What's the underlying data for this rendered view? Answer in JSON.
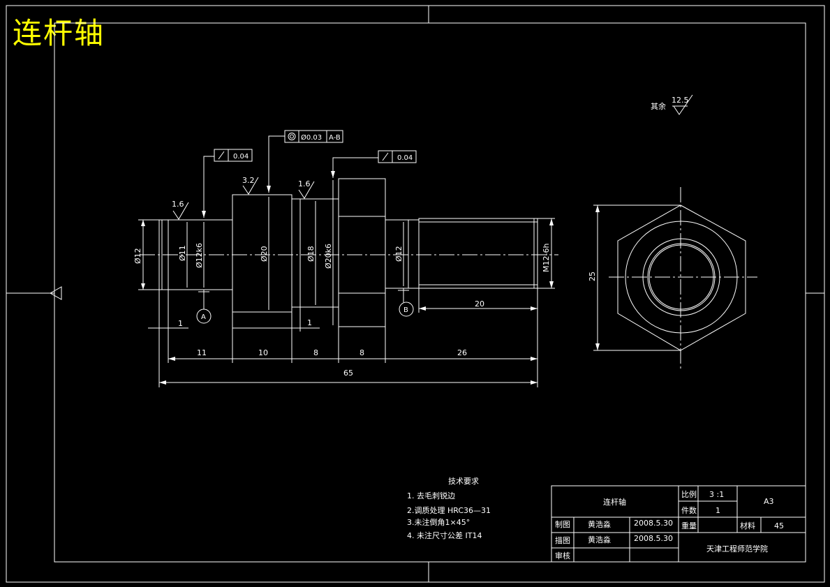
{
  "title": "连杆轴",
  "roughness": {
    "other_label": "其余",
    "other_value": "12.5",
    "r1": "1.6",
    "r2": "3.2",
    "r3": "1.6"
  },
  "tolerances": {
    "runout_left": "0.04",
    "coaxial": "Ø0.03",
    "coaxial_datum": "A-B",
    "runout_right": "0.04"
  },
  "diameters": {
    "d12_left": "Ø12",
    "d11": "Ø11",
    "d12k6": "Ø12k6",
    "d20": "Ø20",
    "d18": "Ø18",
    "d20k6": "Ø20k6",
    "d12_right": "Ø12",
    "thread": "M12-6h"
  },
  "datums": {
    "a": "A",
    "b": "B"
  },
  "lengths": {
    "l1a": "1",
    "l1b": "1",
    "l20": "20",
    "l11": "11",
    "l10": "10",
    "l8a": "8",
    "l8b": "8",
    "l26": "26",
    "l65": "65",
    "l25": "25"
  },
  "tech": {
    "heading": "技术要求",
    "items": [
      "1. 去毛刺锐边",
      "2.调质处理 HRC36—31",
      "3.未注倒角1×45°",
      "4. 未注尺寸公差 IT14"
    ]
  },
  "titleblock": {
    "part_name": "连杆轴",
    "scale_label": "比例",
    "scale_value": "3 :1",
    "count_label": "件数",
    "count_value": "1",
    "sheet": "A3",
    "weight_label": "重量",
    "material_label": "材料",
    "material_value": "45",
    "drawn_label": "制图",
    "drawn_name": "黄浩淼",
    "drawn_date": "2008.5.30",
    "traced_label": "描图",
    "traced_name": "黄浩淼",
    "traced_date": "2008.5.30",
    "check_label": "审核",
    "school": "天津工程师范学院"
  },
  "colors": {
    "line": "#ffffff",
    "title": "#ffff00",
    "background": "#000000"
  }
}
